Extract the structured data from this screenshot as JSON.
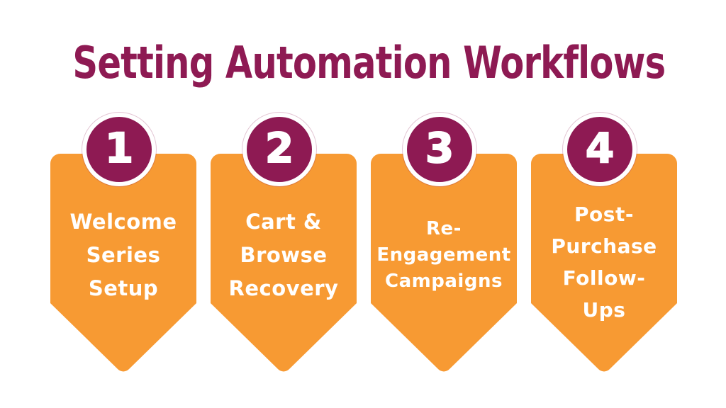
{
  "title": "Setting Automation Workflows",
  "colors": {
    "maroon": "#8E1A53",
    "orange": "#F79A33",
    "card_text": "#FFFFFF",
    "background": "#FFFFFF"
  },
  "steps": [
    {
      "number": "1",
      "label": "Welcome Series Setup",
      "lines": [
        "Welcome",
        "Series",
        "Setup"
      ]
    },
    {
      "number": "2",
      "label": "Cart & Browse Recovery",
      "lines": [
        "Cart &",
        "Browse",
        "Recovery"
      ]
    },
    {
      "number": "3",
      "label": "Re-Engagement Campaigns",
      "lines": [
        "Re-",
        "Engagement",
        "Campaigns"
      ]
    },
    {
      "number": "4",
      "label": "Post-Purchase Follow-Ups",
      "lines": [
        "Post-",
        "Purchase",
        "Follow-",
        "Ups"
      ]
    }
  ]
}
